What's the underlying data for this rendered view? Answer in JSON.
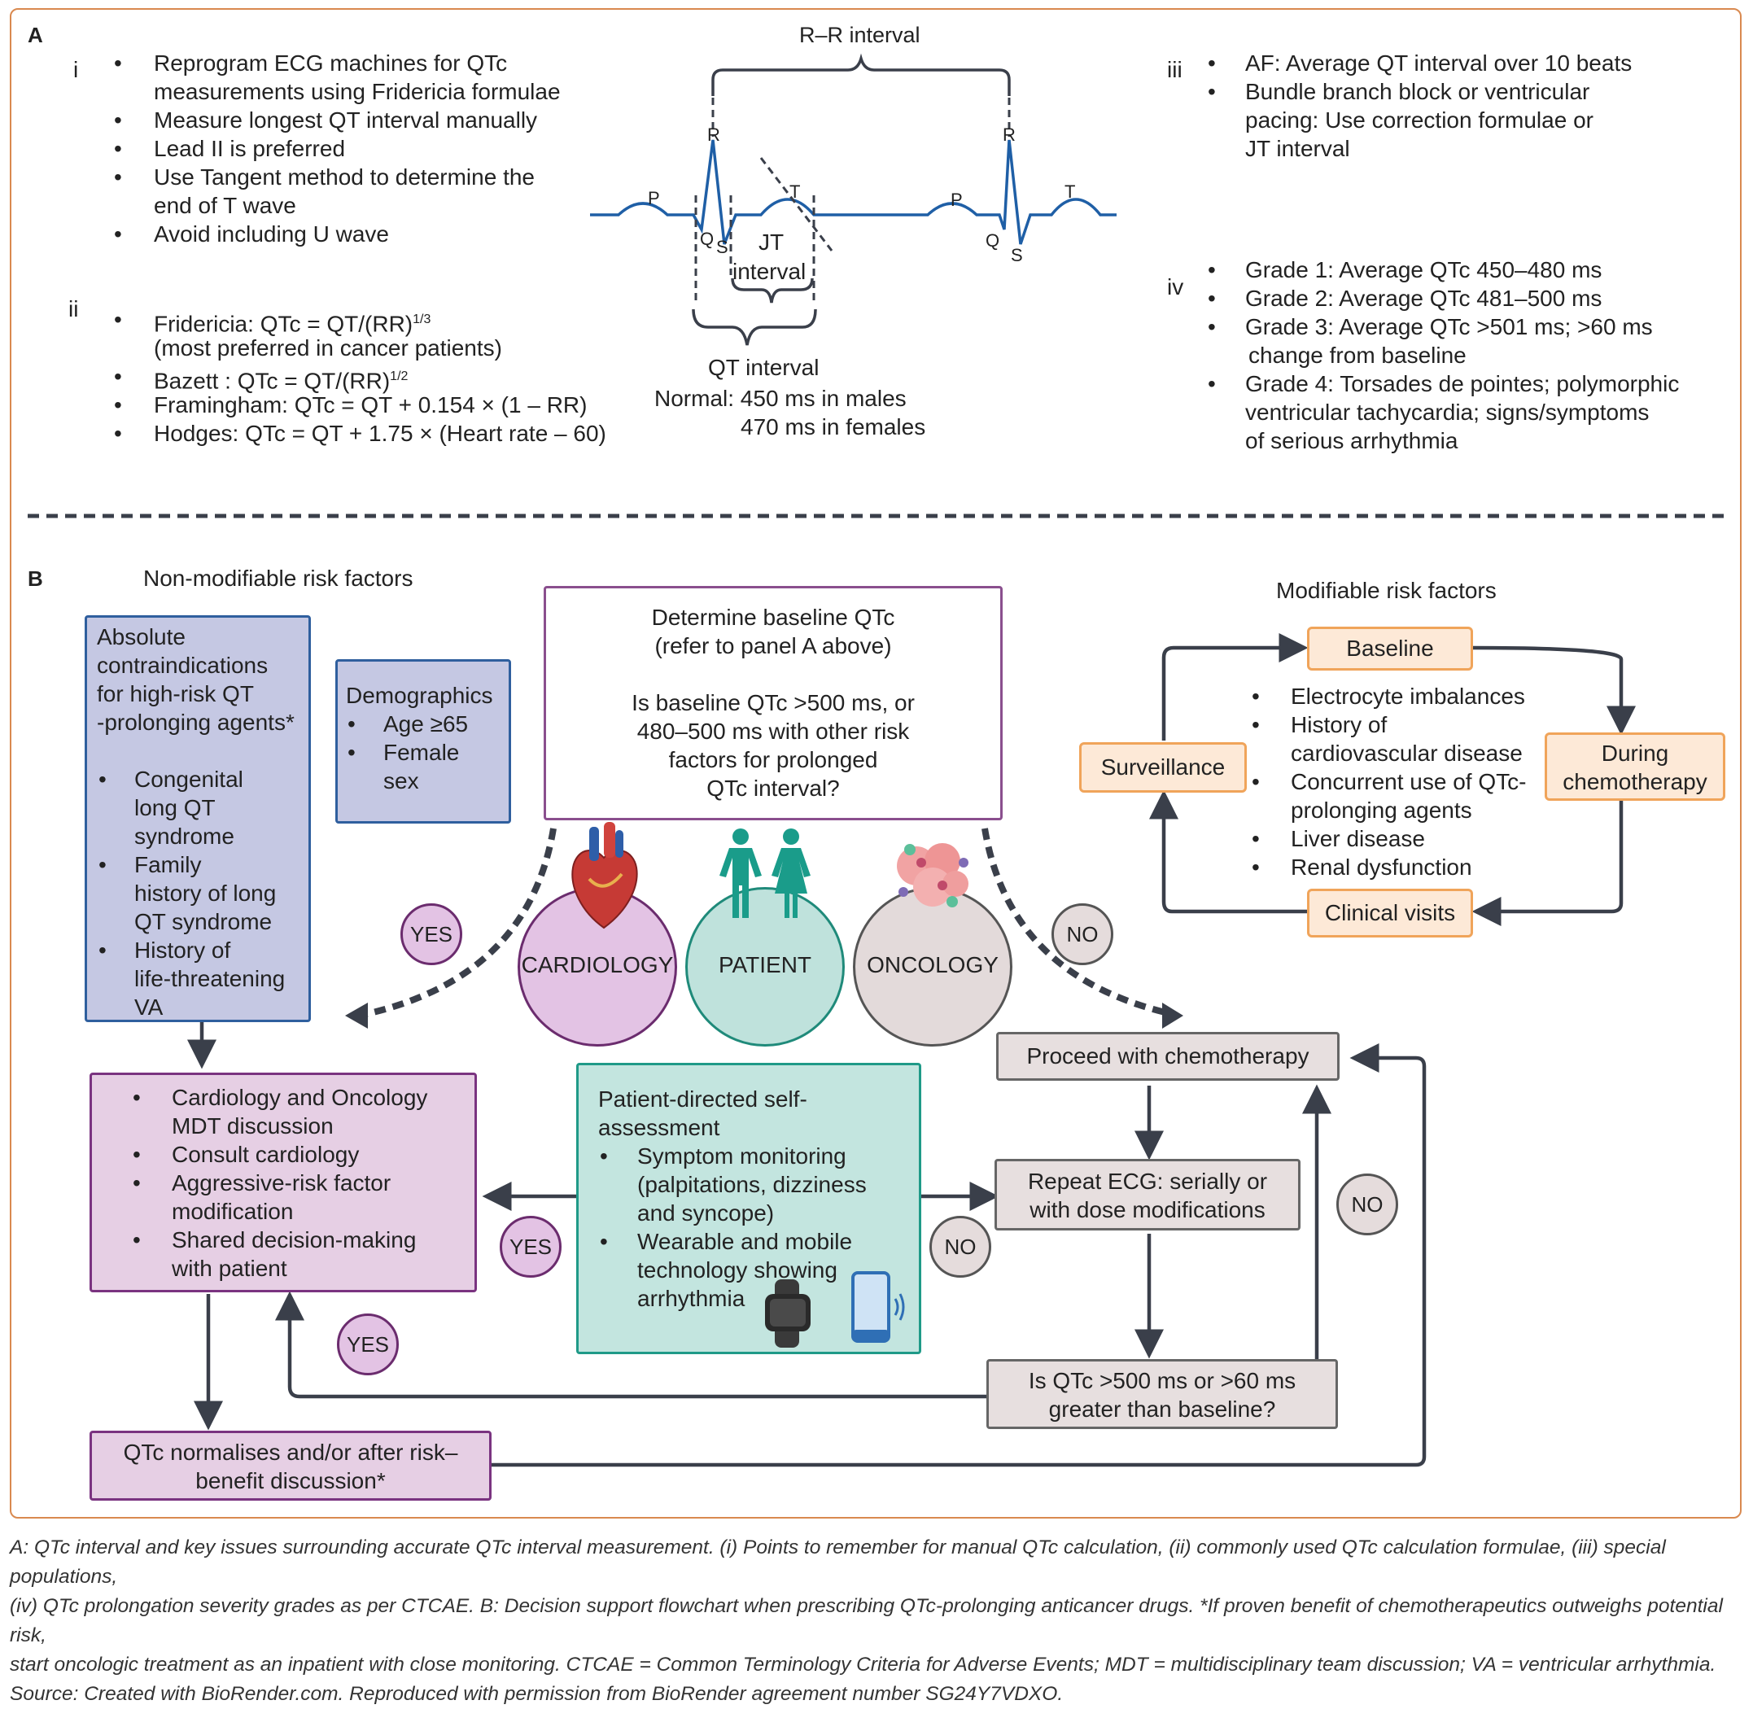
{
  "panel_a": {
    "label": "A",
    "section_i": {
      "numeral": "i",
      "items": [
        "Reprogram ECG machines for QTc",
        "measurements using Fridericia formulae",
        "Measure longest QT interval manually",
        "Lead II is preferred",
        "Use Tangent method to determine the",
        "end of T wave",
        "Avoid including U wave"
      ]
    },
    "section_ii": {
      "numeral": "ii",
      "fridericia": "Fridericia: QTc = QT/(RR)",
      "fridericia_exp": "1/3",
      "fridericia_note": "(most preferred in cancer patients)",
      "bazett": "Bazett : QTc = QT/(RR)",
      "bazett_exp": "1/2",
      "framingham": "Framingham: QTc = QT + 0.154 × (1 –  RR)",
      "hodges": "Hodges: QTc = QT + 1.75 × (Heart rate – 60)"
    },
    "ecg": {
      "rr_label": "R–R interval",
      "p1": "P",
      "q1": "Q",
      "r1": "R",
      "s1": "S",
      "t1": "T",
      "p2": "P",
      "q2": "Q",
      "r2": "R",
      "s2": "S",
      "t2": "T",
      "jt_line1": "JT",
      "jt_line2": "interval",
      "qt_label": "QT interval",
      "normal_line1": "Normal: 450 ms in males",
      "normal_line2": "470 ms in females"
    },
    "section_iii": {
      "numeral": "iii",
      "item1": "AF: Average QT interval over 10 beats",
      "item2_l1": "Bundle branch block or ventricular",
      "item2_l2": "pacing: Use correction formulae or",
      "item2_l3": "JT interval"
    },
    "section_iv": {
      "numeral": "iv",
      "g1": "Grade 1: Average QTc 450–480 ms",
      "g2": "Grade 2: Average QTc 481–500 ms",
      "g3_l1": "Grade 3: Average QTc >501 ms; >60 ms",
      "g3_l2": "change from baseline",
      "g4_l1": "Grade 4: Torsades de pointes; polymorphic",
      "g4_l2": "ventricular tachycardia; signs/symptoms",
      "g4_l3": "of serious arrhythmia"
    }
  },
  "panel_b": {
    "label": "B",
    "non_modifiable_title": "Non-modifiable risk factors",
    "modifiable_title": "Modifiable risk factors",
    "contraindications": {
      "l1": "Absolute",
      "l2": "contraindications",
      "l3": "for high-risk QT",
      "l4": "-prolonging agents*",
      "i1_l1": "Congenital",
      "i1_l2": "long QT",
      "i1_l3": "syndrome",
      "i2_l1": "Family",
      "i2_l2": "history of long",
      "i2_l3": "QT syndrome",
      "i3_l1": "History of",
      "i3_l2": "life-threatening",
      "i3_l3": "VA"
    },
    "demographics": {
      "title": "Demographics",
      "i1": "Age ≥65",
      "i2_l1": "Female",
      "i2_l2": "sex"
    },
    "baseline_box": {
      "l1": "Determine baseline QTc",
      "l2": "(refer to panel A above)",
      "l3": "Is baseline QTc >500 ms, or",
      "l4": "480–500 ms with other risk",
      "l5": "factors for prolonged",
      "l6": "QTc interval?"
    },
    "cycle": {
      "baseline": "Baseline",
      "during_l1": "During",
      "during_l2": "chemotherapy",
      "clinical": "Clinical visits",
      "surveillance": "Surveillance",
      "items": [
        "Electrocyte imbalances",
        "History of",
        "cardiovascular disease",
        "Concurrent use of QTc-",
        "prolonging agents",
        "Liver disease",
        "Renal dysfunction"
      ]
    },
    "circles": {
      "cardiology": "CARDIOLOGY",
      "patient": "PATIENT",
      "oncology": "ONCOLOGY"
    },
    "badges": {
      "yes_top": "YES",
      "no_top": "NO",
      "yes_mid": "YES",
      "no_mid": "NO",
      "yes_low": "YES",
      "no_right": "NO"
    },
    "mdt_box": {
      "i1_l1": "Cardiology and Oncology",
      "i1_l2": "MDT discussion",
      "i2": "Consult cardiology",
      "i3_l1": "Aggressive-risk factor",
      "i3_l2": "modification",
      "i4_l1": "Shared decision-making",
      "i4_l2": "with patient"
    },
    "self_assessment": {
      "l1": "Patient-directed self-",
      "l2": "assessment",
      "i1_l1": "Symptom monitoring",
      "i1_l2": "(palpitations, dizziness",
      "i1_l3": "and syncope)",
      "i2_l1": "Wearable and mobile",
      "i2_l2": "technology showing",
      "i2_l3": "arrhythmia"
    },
    "proceed": "Proceed with chemotherapy",
    "repeat_ecg_l1": "Repeat ECG: serially or",
    "repeat_ecg_l2": "with dose modifications",
    "qtc_question_l1": "Is QTc >500 ms or >60 ms",
    "qtc_question_l2": "greater than baseline?",
    "normalises_l1": "QTc normalises and/or after risk–",
    "normalises_l2": "benefit discussion*"
  },
  "caption": {
    "l1": "A: QTc interval and key issues surrounding accurate QTc interval measurement. (i) Points to remember for manual QTc calculation, (ii) commonly used QTc calculation formulae, (iii) special populations,",
    "l2": "(iv) QTc prolongation severity grades as per CTCAE. B: Decision support flowchart when prescribing QTc-prolonging anticancer drugs. *If proven benefit of chemotherapeutics outweighs potential risk,",
    "l3": "start oncologic treatment as an inpatient with close monitoring. CTCAE = Common Terminology Criteria for Adverse Events; MDT = multidisciplinary team discussion; VA = ventricular arrhythmia.",
    "l4": "Source: Created with BioRender.com. Reproduced with permission from BioRender agreement number SG24Y7VDXO."
  },
  "colors": {
    "frame": "#d9894f",
    "ecg_line": "#1f5fa6",
    "purple": "#7a3380",
    "blue": "#2f5f9e",
    "teal": "#1f9a88",
    "grey": "#666666",
    "orange": "#f0a45a",
    "arrow": "#3a3f4a"
  },
  "icons": [
    "heart-icon",
    "patient-figures-icon",
    "cancer-cells-icon",
    "smartwatch-icon",
    "smartphone-icon"
  ]
}
